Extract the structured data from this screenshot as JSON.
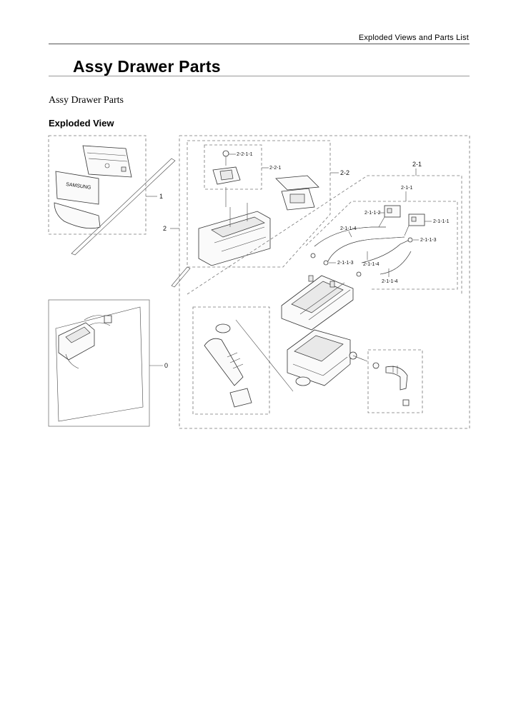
{
  "header": {
    "running_title": "Exploded Views and Parts List"
  },
  "page": {
    "title": "Assy Drawer Parts",
    "section_name": "Assy Drawer Parts",
    "subheading": "Exploded View"
  },
  "diagram": {
    "callouts": {
      "c0": "0",
      "c1": "1",
      "c2": "2",
      "c21": "2-1",
      "c22": "2-2",
      "c211": "2-1-1",
      "c2111": "2-1-1-1",
      "c2112": "2-1-1-2",
      "c2113a": "2-1-1-3",
      "c2113b": "2-1-1-3",
      "c2114a": "2-1-1-4",
      "c2114b": "2-1-1-4",
      "c2114c": "2-1-1-4",
      "c221": "2-2-1",
      "c2211": "2-2-1-1"
    },
    "brand_mark": "SAMSUNG"
  }
}
